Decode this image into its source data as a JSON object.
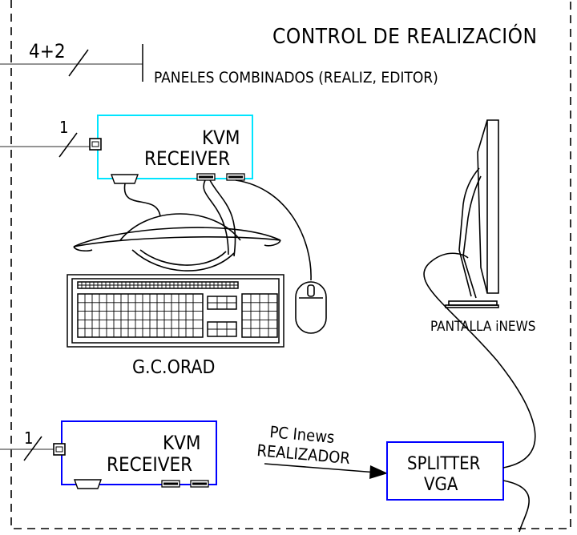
{
  "section_title": "CONTROL DE REALIZACIÓN",
  "bus_label": "4+2",
  "bus_description": "PANELES COMBINADOS (REALIZ, EDITOR)",
  "kvm_top": {
    "line_count": "1",
    "line1": "KVM",
    "line2": "RECEIVER"
  },
  "kvm_bottom": {
    "line_count": "1",
    "line1": "KVM",
    "line2": "RECEIVER"
  },
  "workstation_label": "G.C.ORAD",
  "monitor_label": "PANTALLA iNEWS",
  "source_line1": "PC Inews",
  "source_line2": "REALIZADOR",
  "splitter": {
    "line1": "SPLITTER",
    "line2": "VGA"
  },
  "colors": {
    "line": "#000000",
    "kvm_top_frame": "#00e5ff",
    "device_frame": "#0000ff",
    "bus_line": "#555555"
  }
}
